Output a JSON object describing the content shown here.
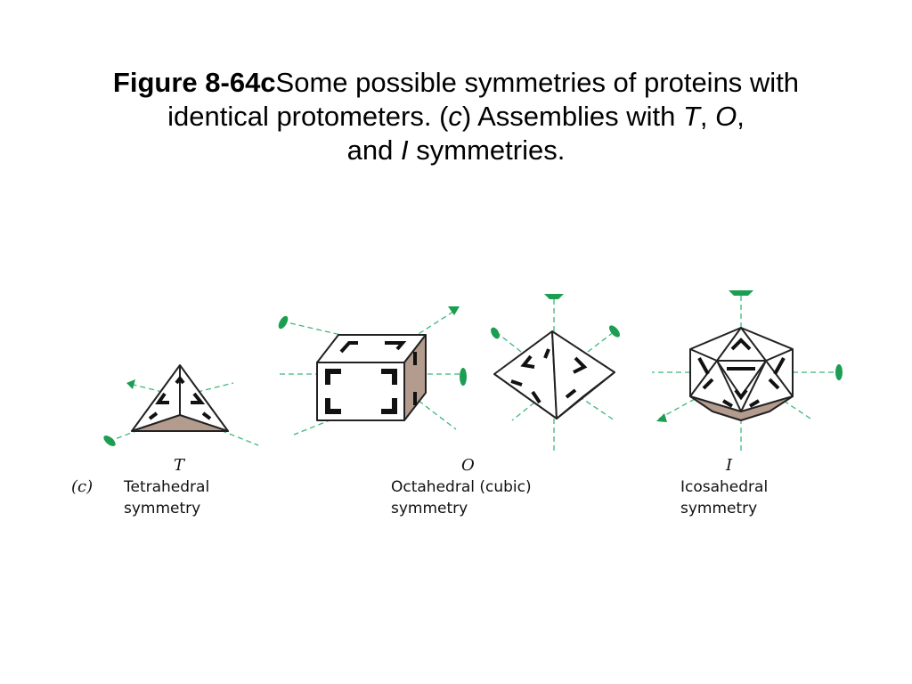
{
  "caption": {
    "figure_label": "Figure 8-64c",
    "text_1": "Some possible symmetries of proteins with identical protometers. (",
    "part": "c",
    "text_2": ") Assemblies with ",
    "sym_t": "T",
    "sep_1": ", ",
    "sym_o": "O",
    "sep_2": ",",
    "text_3": "and ",
    "sym_i": "I",
    "text_4": " symmetries."
  },
  "panel_label": "(c)",
  "assemblies": [
    {
      "symbol": "T",
      "line1": "Tetrahedral",
      "line2": "symmetry"
    },
    {
      "symbol": "O",
      "line1": "Octahedral (cubic)",
      "line2": "symmetry"
    },
    {
      "symbol": "I",
      "line1": "Icosahedral",
      "line2": "symmetry"
    }
  ],
  "colors": {
    "axis": "#3cb878",
    "axis_marker": "#1c9e52",
    "shaded_face": "#b39b8e"
  }
}
